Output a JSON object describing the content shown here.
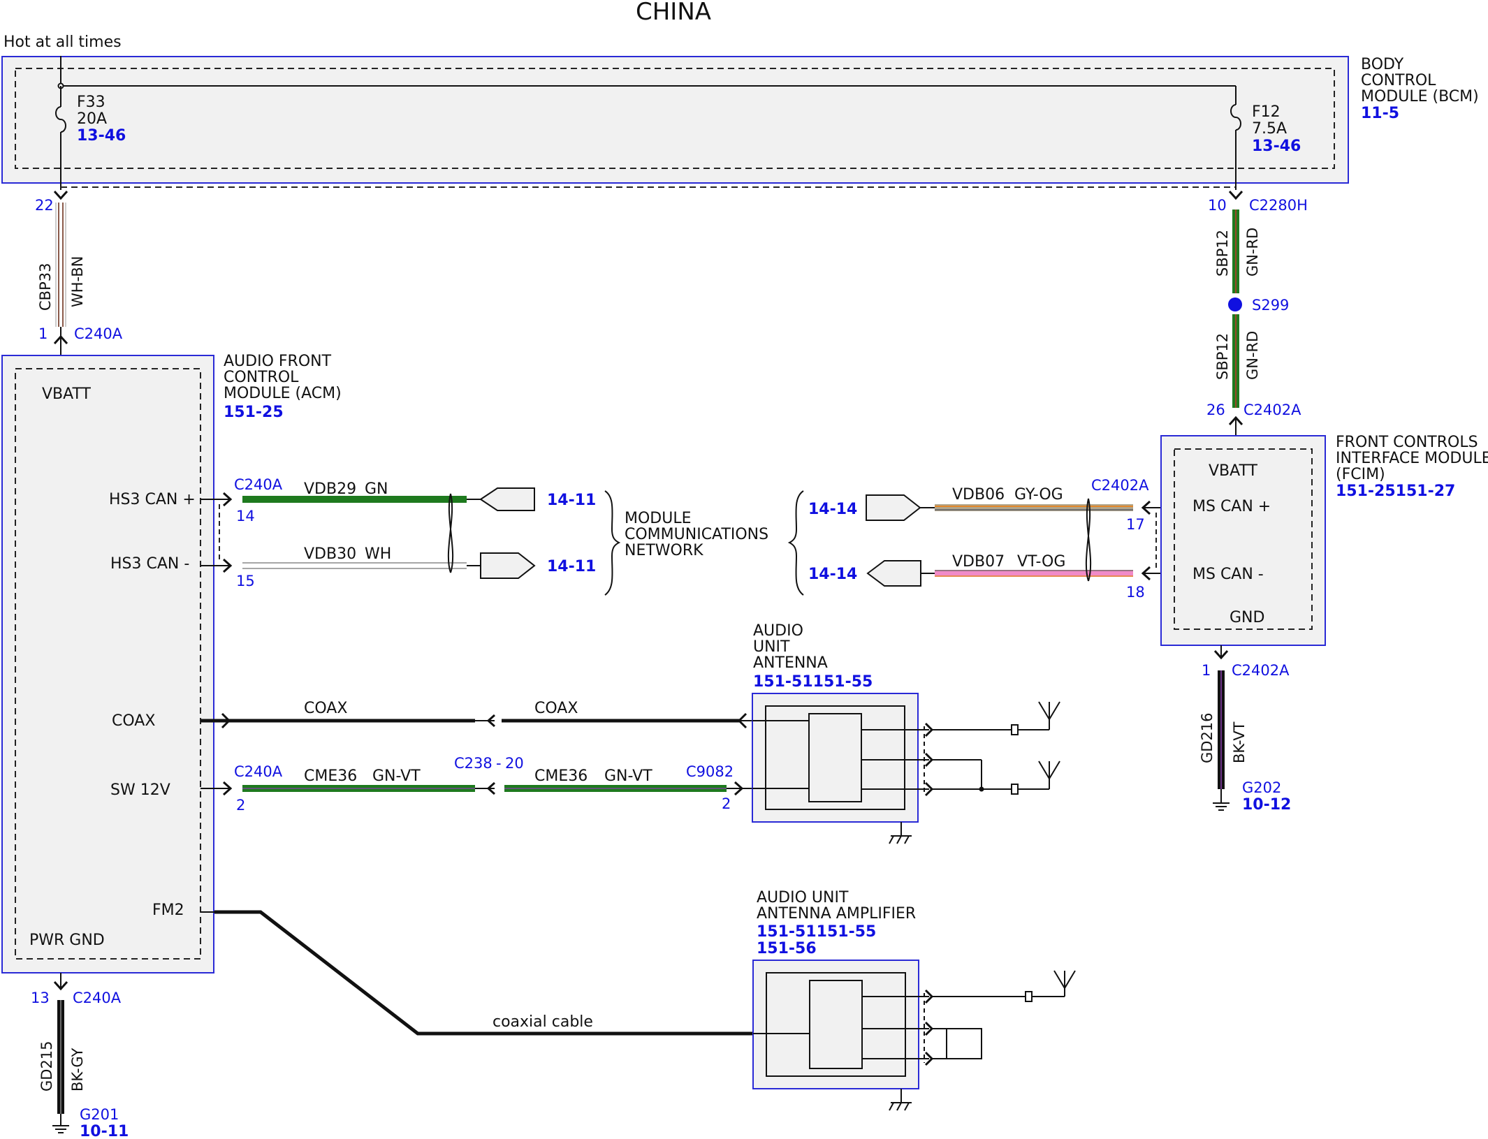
{
  "title": "CHINA",
  "hot_label": "Hot at all times",
  "bcm": {
    "name_lines": [
      "BODY",
      "CONTROL",
      "MODULE (BCM)"
    ],
    "ref": "11-5",
    "fuse_left": {
      "id": "F33",
      "rating": "20A",
      "ref": "13-46"
    },
    "fuse_right": {
      "id": "F12",
      "rating": "7.5A",
      "ref": "13-46"
    }
  },
  "acm": {
    "name_lines": [
      "AUDIO FRONT",
      "CONTROL",
      "MODULE (ACM)"
    ],
    "ref": "151-25",
    "pins": {
      "vbatt": "VBATT",
      "hs3_plus": "HS3 CAN +",
      "hs3_minus": "HS3 CAN -",
      "coax": "COAX",
      "sw12v": "SW 12V",
      "fm2": "FM2",
      "pwr_gnd": "PWR GND"
    }
  },
  "fcim": {
    "name_lines": [
      "FRONT CONTROLS",
      "INTERFACE MODULE",
      "(FCIM)"
    ],
    "ref": "151-25151-27",
    "pins": {
      "vbatt": "VBATT",
      "ms_plus": "MS CAN +",
      "ms_minus": "MS CAN -",
      "gnd": "GND"
    }
  },
  "wires": {
    "cbp33": {
      "circuit": "CBP33",
      "color": "WH-BN",
      "pin_top": "22",
      "pin_bottom": "1",
      "connector": "C240A"
    },
    "sbp12_top": {
      "circuit": "SBP12",
      "color": "GN-RD",
      "pin": "10",
      "connector": "C2280H"
    },
    "splice": "S299",
    "sbp12_bottom": {
      "circuit": "SBP12",
      "color": "GN-RD",
      "pin": "26",
      "connector": "C2402A"
    },
    "vdb29": {
      "circuit": "VDB29",
      "color": "GN",
      "connector": "C240A",
      "pin": "14",
      "ref": "14-11"
    },
    "vdb30": {
      "circuit": "VDB30",
      "color": "WH",
      "pin": "15",
      "ref": "14-11"
    },
    "vdb06": {
      "circuit": "VDB06",
      "color": "GY-OG",
      "connector": "C2402A",
      "pin": "17",
      "ref": "14-14"
    },
    "vdb07": {
      "circuit": "VDB07",
      "color": "VT-OG",
      "pin": "18",
      "ref": "14-14"
    },
    "coax_left": "COAX",
    "coax_right": "COAX",
    "cme36_left": {
      "circuit": "CME36",
      "color": "GN-VT",
      "connector": "C240A",
      "pin": "2"
    },
    "inline_connector": "C238",
    "inline_pin": "20",
    "cme36_right": {
      "circuit": "CME36",
      "color": "GN-VT",
      "connector": "C9082",
      "pin": "2"
    },
    "gd216": {
      "circuit": "GD216",
      "color": "BK-VT",
      "pin": "1",
      "connector": "C2402A",
      "ground": "G202",
      "ref": "10-12"
    },
    "gd215": {
      "circuit": "GD215",
      "color": "BK-GY",
      "pin": "13",
      "connector": "C240A",
      "ground": "G201",
      "ref": "10-11"
    },
    "coaxial_cable": "coaxial cable"
  },
  "network_label_lines": [
    "MODULE",
    "COMMUNICATIONS",
    "NETWORK"
  ],
  "antenna": {
    "name_lines": [
      "AUDIO",
      "UNIT",
      "ANTENNA"
    ],
    "ref": "151-51151-55"
  },
  "amplifier": {
    "name_lines": [
      "AUDIO UNIT",
      "ANTENNA AMPLIFIER"
    ],
    "ref1": "151-51151-55",
    "ref2": "151-56"
  },
  "colors": {
    "module_border": "#2a2ad6",
    "module_fill": "#f1f1f1",
    "ref_blue": "#1010e0",
    "wire_green": "#1e7a1e",
    "wire_pink": "#f08ac8",
    "wire_grayorange": "#b0a48a"
  }
}
